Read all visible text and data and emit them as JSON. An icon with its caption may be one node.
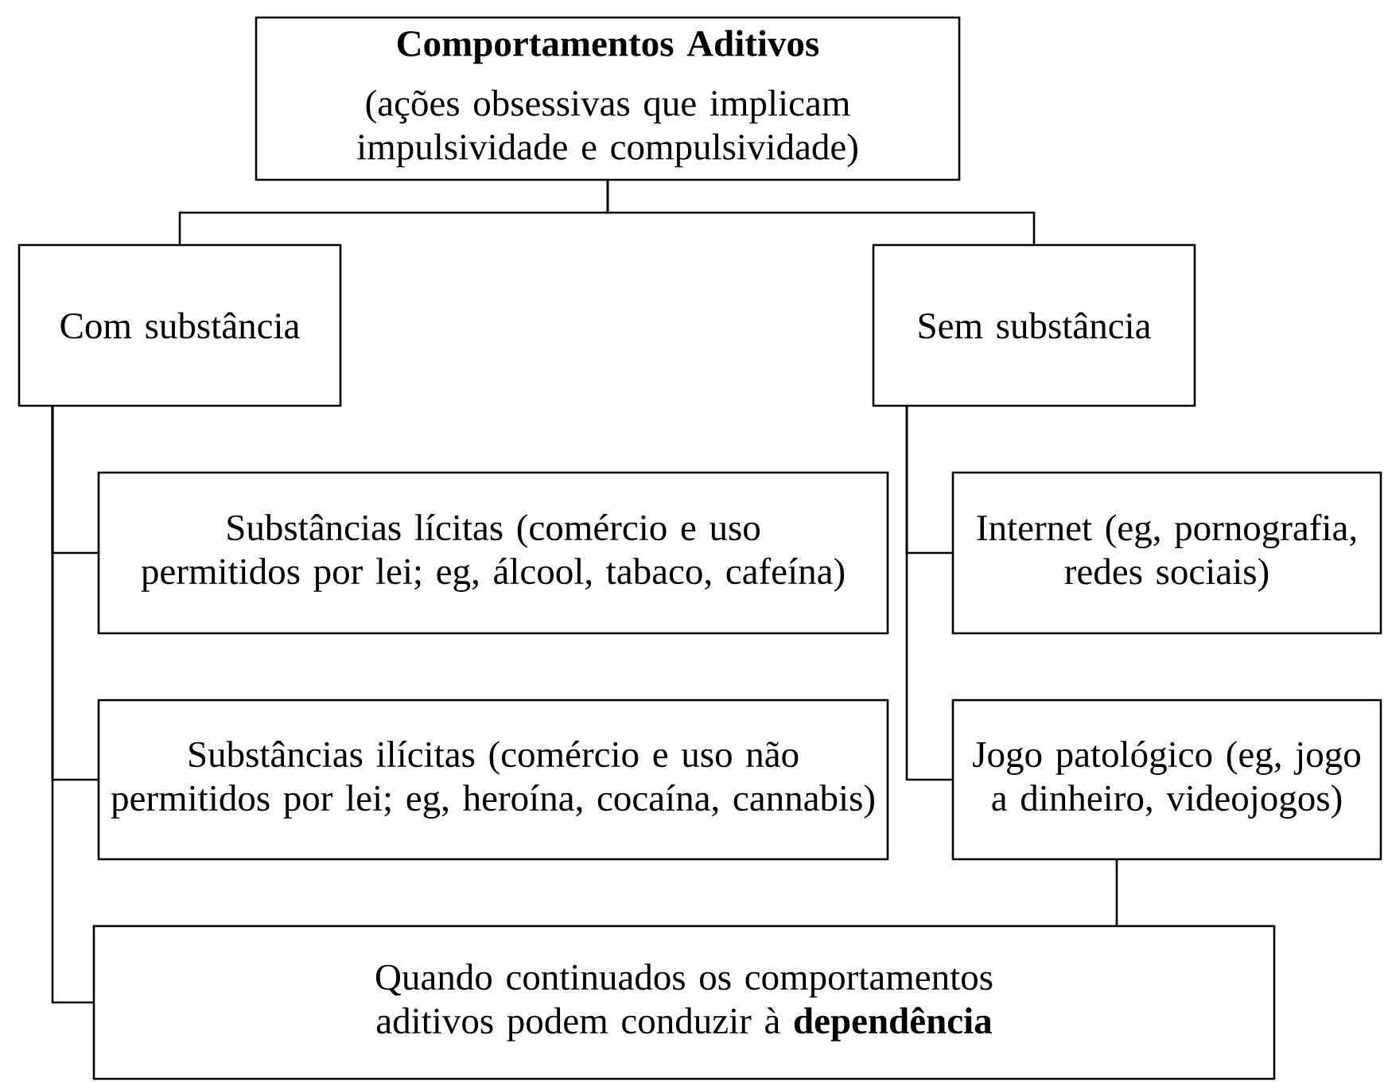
{
  "diagram": {
    "nodes": [
      {
        "text": [
          "Comportamentos Aditivos",
          "(ações obsessivas que implicam impulsividade e compulsividade)"
        ]
      },
      {
        "text": [
          "Com substância"
        ]
      },
      {
        "text": [
          "Sem substância"
        ]
      },
      {
        "text": [
          "Substâncias lícitas (comércio e uso permitidos por lei; eg, álcool, tabaco, cafeína)"
        ]
      },
      {
        "text": [
          "Internet (eg, pornografia, redes sociais)"
        ]
      },
      {
        "text": [
          "Substâncias ilícitas (comércio e uso não permitidos por lei; eg, heroína, cocaína, cannabis)"
        ]
      },
      {
        "text": [
          "Jogo patológico (eg, jogo a dinheiro, videojogos)"
        ]
      },
      {
        "text": [
          "Quando continuados os comportamentos aditivos podem conduzir à **dependência**"
        ]
      }
    ],
    "edges": [
      {
        "from": 0,
        "to": 1,
        "arrow": "none"
      },
      {
        "from": 0,
        "to": 2,
        "arrow": "none"
      },
      {
        "from": 1,
        "to": 3,
        "arrow": "none"
      },
      {
        "from": 1,
        "to": 5,
        "arrow": "none"
      },
      {
        "from": 1,
        "to": 7,
        "arrow": "none"
      },
      {
        "from": 2,
        "to": 4,
        "arrow": "none"
      },
      {
        "from": 2,
        "to": 6,
        "arrow": "none"
      },
      {
        "from": 6,
        "to": 7,
        "arrow": "none"
      }
    ]
  }
}
